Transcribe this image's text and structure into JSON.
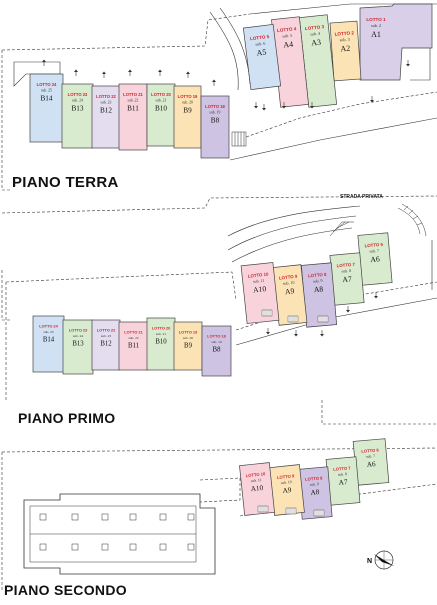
{
  "floors": [
    {
      "id": "terra",
      "label": "PIANO TERRA",
      "units": [
        {
          "lotto": "LOTTO 1",
          "sub": "sub. 2",
          "code": "A1",
          "color": "#d9cfe8",
          "shape": "poly"
        },
        {
          "lotto": "LOTTO 2",
          "sub": "sub. 3",
          "code": "A2",
          "color": "#fbe3b6"
        },
        {
          "lotto": "LOTTO 3",
          "sub": "sub. 4",
          "code": "A3",
          "color": "#d9ebcf"
        },
        {
          "lotto": "LOTTO 4",
          "sub": "sub. 5",
          "code": "A4",
          "color": "#f8d3dc"
        },
        {
          "lotto": "LOTTO 5",
          "sub": "sub. 6",
          "code": "A5",
          "color": "#cfe1f3"
        },
        {
          "lotto": "LOTTO 24",
          "sub": "sub. 25",
          "code": "B14",
          "color": "#cfe1f3"
        },
        {
          "lotto": "LOTTO 23",
          "sub": "sub. 24",
          "code": "B13",
          "color": "#d9ebcf"
        },
        {
          "lotto": "LOTTO 22",
          "sub": "sub. 23",
          "code": "B12",
          "color": "#e4dcef"
        },
        {
          "lotto": "LOTTO 21",
          "sub": "sub. 22",
          "code": "B11",
          "color": "#f8d3dc"
        },
        {
          "lotto": "LOTTO 20",
          "sub": "sub. 21",
          "code": "B10",
          "color": "#d9ebcf"
        },
        {
          "lotto": "LOTTO 19",
          "sub": "sub. 20",
          "code": "B9",
          "color": "#fbe3b6"
        },
        {
          "lotto": "LOTTO 18",
          "sub": "sub. 19",
          "code": "B8",
          "color": "#cfc3e3"
        }
      ]
    },
    {
      "id": "primo",
      "label": "PIANO PRIMO",
      "street": "STRADA PRIVATA",
      "units": [
        {
          "lotto": "LOTTO 6",
          "sub": "sub. 7",
          "code": "A6",
          "color": "#d9ebcf"
        },
        {
          "lotto": "LOTTO 7",
          "sub": "sub. 8",
          "code": "A7",
          "color": "#d9ebcf"
        },
        {
          "lotto": "LOTTO 8",
          "sub": "sub. 9",
          "code": "A8",
          "color": "#cfc3e3"
        },
        {
          "lotto": "LOTTO 9",
          "sub": "sub. 10",
          "code": "A9",
          "color": "#fbe3b6"
        },
        {
          "lotto": "LOTTO 10",
          "sub": "sub. 11",
          "code": "A10",
          "color": "#f8d3dc"
        },
        {
          "lotto": "LOTTO 24",
          "sub": "sub. 25",
          "code": "B14",
          "color": "#cfe1f3"
        },
        {
          "lotto": "LOTTO 23",
          "sub": "sub. 24",
          "code": "B13",
          "color": "#d9ebcf"
        },
        {
          "lotto": "LOTTO 22",
          "sub": "sub. 23",
          "code": "B12",
          "color": "#e4dcef"
        },
        {
          "lotto": "LOTTO 21",
          "sub": "sub. 22",
          "code": "B11",
          "color": "#f8d3dc"
        },
        {
          "lotto": "LOTTO 20",
          "sub": "sub. 21",
          "code": "B10",
          "color": "#d9ebcf"
        },
        {
          "lotto": "LOTTO 19",
          "sub": "sub. 20",
          "code": "B9",
          "color": "#fbe3b6"
        },
        {
          "lotto": "LOTTO 18",
          "sub": "sub. 19",
          "code": "B8",
          "color": "#cfc3e3"
        }
      ]
    },
    {
      "id": "secondo",
      "label": "PIANO SECONDO",
      "north": "N",
      "units": [
        {
          "lotto": "LOTTO 6",
          "sub": "sub. 7",
          "code": "A6",
          "color": "#d9ebcf"
        },
        {
          "lotto": "LOTTO 7",
          "sub": "sub. 8",
          "code": "A7",
          "color": "#d9ebcf"
        },
        {
          "lotto": "LOTTO 8",
          "sub": "sub. 9",
          "code": "A8",
          "color": "#cfc3e3"
        },
        {
          "lotto": "LOTTO 9",
          "sub": "sub. 10",
          "code": "A9",
          "color": "#fbe3b6"
        },
        {
          "lotto": "LOTTO 10",
          "sub": "sub. 11",
          "code": "A10",
          "color": "#f8d3dc"
        }
      ]
    }
  ]
}
